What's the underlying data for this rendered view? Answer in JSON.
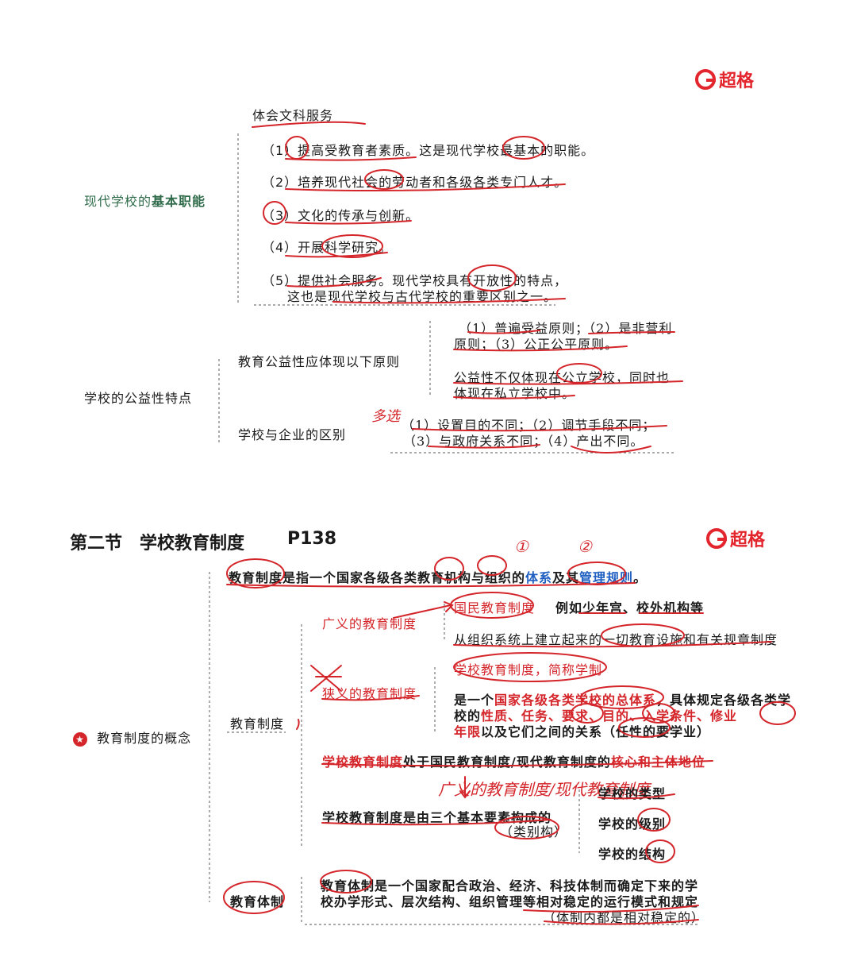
{
  "brand": {
    "name": "超格",
    "color": "#e3262d"
  },
  "top": {
    "handnote": "体会文科服务",
    "left_label_pre": "现代学校的",
    "left_label_em": "基本职能",
    "items": [
      "（1）提高受教育者素质。这是现代学校最基本的职能。",
      "（2）培养现代社会的劳动者和各级各类专门人才。",
      "（3）文化的传承与创新。",
      "（4）开展科学研究。",
      "（5）提供社会服务。现代学校具有开放性的特点，",
      "这也是现代学校与古代学校的重要区别之一。"
    ]
  },
  "welfare": {
    "root": "学校的公益性特点",
    "branch1": "教育公益性应体现以下原则",
    "b1_line1": "（1）普遍受益原则；（2）是非营利",
    "b1_line2": "原则；（3）公正公平原则。",
    "b1_note1": "公益性不仅体现在公立学校，同时也",
    "b1_note2": "体现在私立学校中。",
    "branch2": "学校与企业的区别",
    "hand2": "多选",
    "b2_line1": "（1）设置目的不同；（2）调节手段不同；",
    "b2_line2": "（3）与政府关系不同；（4）产出不同。"
  },
  "section": {
    "title": "第二节　学校教育制度",
    "page": "P138",
    "hand_num1": "①",
    "hand_num2": "②",
    "def_a": "教育制度是指一个国家各级各类教育机构与组织的",
    "def_b": "体系",
    "def_c": "及其",
    "def_d": "管理规则",
    "def_e": "。",
    "concept": "教育制度的概念",
    "star": "★",
    "system": "教育制度",
    "broad": "广义的教育制度",
    "national": "国民教育制度",
    "eg": "例如少年宫、校外机构等",
    "broad_desc": "从组织系统上建立起来的一切教育设施和有关规章制度",
    "narrow": "狭义的教育制度",
    "narrow_abbr": "学校教育制度，简称学制",
    "narrow_desc1_a": "是一个",
    "narrow_desc1_b": "国家各级各类学校的总体系",
    "narrow_desc1_c": "，具体规定各级各类学",
    "narrow_desc2_a": "校的",
    "narrow_desc2_b": "性质、任务、要求、目的、入学条件、修业",
    "narrow_desc3_a": "年限",
    "narrow_desc3_b": "以及它们之间的关系（任性的要学业）",
    "core_a": "学校教育制度",
    "core_b": "处于国民教育制度/现代教育制度的",
    "core_c": "核心和主体地位",
    "hand3": "广义的教育制度/现代教育制度",
    "three_a": "学校教育制度是由三个基本要素构成的",
    "three_b": "（类别构）",
    "elem1": "学校的类型",
    "elem2": "学校的级别",
    "elem3": "学校的结构",
    "regime": "教育体制",
    "regime_desc1": "教育体制是一个国家配合政治、经济、科技体制而确定下来的学",
    "regime_desc2": "校办学形式、层次结构、组织管理等相对稳定的运行模式和规定",
    "regime_note": "（体制内都是相对稳定的）"
  }
}
